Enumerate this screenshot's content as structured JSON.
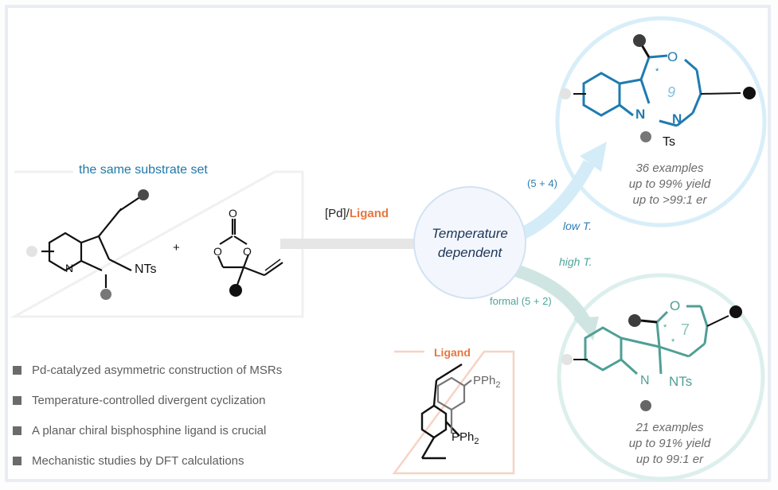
{
  "substrates": {
    "heading": "the same substrate set",
    "plus": "+",
    "indoline_label": "NTs",
    "indoline_n": "N",
    "carbonate_o": "O"
  },
  "conditions": {
    "catalyst": "[Pd]/",
    "ligand_word": "Ligand"
  },
  "center": {
    "line1": "Temperature",
    "line2": "dependent"
  },
  "upper_path": {
    "mode": "(5 + 4)",
    "condition": "low T.",
    "ring_size": "9",
    "ts": "Ts",
    "n": "N",
    "o": "O",
    "stereo": "*",
    "results": [
      "36 examples",
      "up to 99% yield",
      "up to >99:1 er"
    ],
    "color": "#1f7bb0"
  },
  "lower_path": {
    "mode": "formal (5 + 2)",
    "condition": "high T.",
    "ring_size": "7",
    "nts": "NTs",
    "n": "N",
    "o": "O",
    "stereo": "*",
    "results": [
      "21 examples",
      "up to 91% yield",
      "up to 99:1 er"
    ],
    "color": "#4f9f96"
  },
  "ligand_box": {
    "title": "Ligand",
    "pph2_top": "PPh2",
    "pph2_bottom": "PPh2"
  },
  "highlights": [
    "Pd-catalyzed asymmetric construction of MSRs",
    "Temperature-controlled divergent cyclization",
    "A planar chiral bisphosphine ligand is crucial",
    "Mechanistic studies by DFT calculations"
  ]
}
